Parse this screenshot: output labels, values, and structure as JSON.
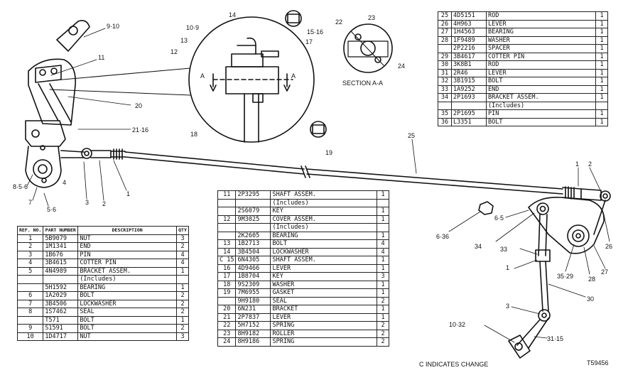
{
  "table_left": {
    "headers": [
      "REF. NO.",
      "PART NUMBER",
      "DESCRIPTION",
      "QTY"
    ],
    "rows": [
      {
        "ref": "1",
        "part": "5B9079",
        "desc": "NUT",
        "qty": "3"
      },
      {
        "ref": "2",
        "part": "1M1341",
        "desc": "END",
        "qty": "2"
      },
      {
        "ref": "3",
        "part": "1B676",
        "desc": "PIN",
        "qty": "4"
      },
      {
        "ref": "4",
        "part": "3B4615",
        "desc": "COTTER PIN",
        "qty": "4"
      },
      {
        "ref": "5",
        "part": "4N4989",
        "desc": "BRACKET ASSEM.",
        "qty": "1"
      },
      {
        "ref": "",
        "part": "",
        "desc": "(Includes)",
        "qty": ""
      },
      {
        "ref": "",
        "part": "5H1592",
        "desc": "BEARING",
        "qty": "1"
      },
      {
        "ref": "6",
        "part": "1A2029",
        "desc": "BOLT",
        "qty": "2"
      },
      {
        "ref": "7",
        "part": "3B4506",
        "desc": "LOCKWASHER",
        "qty": "2"
      },
      {
        "ref": "8",
        "part": "1S7462",
        "desc": "SEAL",
        "qty": "2"
      },
      {
        "ref": "",
        "part": "T571",
        "desc": "BOLT",
        "qty": "1"
      },
      {
        "ref": "9",
        "part": "S1591",
        "desc": "BOLT",
        "qty": "2"
      },
      {
        "ref": "10",
        "part": "1D4717",
        "desc": "NUT",
        "qty": "3"
      }
    ]
  },
  "table_mid": {
    "rows": [
      {
        "ref": "11",
        "part": "2P3295",
        "desc": "SHAFT ASSEM.",
        "qty": "1"
      },
      {
        "ref": "",
        "part": "",
        "desc": "(Includes)",
        "qty": ""
      },
      {
        "ref": "",
        "part": "2S6079",
        "desc": "KEY",
        "qty": "1"
      },
      {
        "ref": "12",
        "part": "9M3025",
        "desc": "COVER ASSEM.",
        "qty": "1"
      },
      {
        "ref": "",
        "part": "",
        "desc": "(Includes)",
        "qty": ""
      },
      {
        "ref": "",
        "part": "2K2605",
        "desc": "BEARING",
        "qty": "1"
      },
      {
        "ref": "13",
        "part": "1B2713",
        "desc": "BOLT",
        "qty": "4"
      },
      {
        "ref": "14",
        "part": "3B4504",
        "desc": "LOCKWASHER",
        "qty": "4"
      },
      {
        "ref": "C 15",
        "part": "6N4305",
        "desc": "SHAFT ASSEM.",
        "qty": "1"
      },
      {
        "ref": "16",
        "part": "4D9466",
        "desc": "LEVER",
        "qty": "1"
      },
      {
        "ref": "17",
        "part": "1B8704",
        "desc": "KEY",
        "qty": "3"
      },
      {
        "ref": "18",
        "part": "9S2309",
        "desc": "WASHER",
        "qty": "1"
      },
      {
        "ref": "19",
        "part": "7M6955",
        "desc": "GASKET",
        "qty": "1"
      },
      {
        "ref": "",
        "part": "9H9180",
        "desc": "SEAL",
        "qty": "2"
      },
      {
        "ref": "20",
        "part": "6N231",
        "desc": "BRACKET",
        "qty": "1"
      },
      {
        "ref": "21",
        "part": "2P7837",
        "desc": "LEVER",
        "qty": "1"
      },
      {
        "ref": "22",
        "part": "5H7152",
        "desc": "SPRING",
        "qty": "2"
      },
      {
        "ref": "23",
        "part": "8H9182",
        "desc": "ROLLER",
        "qty": "2"
      },
      {
        "ref": "24",
        "part": "8H9186",
        "desc": "SPRING",
        "qty": "2"
      }
    ]
  },
  "table_right": {
    "rows": [
      {
        "ref": "25",
        "part": "4D5151",
        "desc": "ROD",
        "qty": "1"
      },
      {
        "ref": "26",
        "part": "4H963",
        "desc": "LEVER",
        "qty": "1"
      },
      {
        "ref": "27",
        "part": "1H4563",
        "desc": "BEARING",
        "qty": "1"
      },
      {
        "ref": "28",
        "part": "1F9489",
        "desc": "WASHER",
        "qty": "1"
      },
      {
        "ref": "",
        "part": "2P2216",
        "desc": "SPACER",
        "qty": "1"
      },
      {
        "ref": "29",
        "part": "3B4617",
        "desc": "COTTER PIN",
        "qty": "1"
      },
      {
        "ref": "30",
        "part": "3K8B1",
        "desc": "ROD",
        "qty": "1"
      },
      {
        "ref": "31",
        "part": "2R46",
        "desc": "LEVER",
        "qty": "1"
      },
      {
        "ref": "32",
        "part": "3B1915",
        "desc": "BOLT",
        "qty": "1"
      },
      {
        "ref": "33",
        "part": "1A9252",
        "desc": "END",
        "qty": "1"
      },
      {
        "ref": "34",
        "part": "2P1693",
        "desc": "BRACKET ASSEM.",
        "qty": "1"
      },
      {
        "ref": "",
        "part": "",
        "desc": "(Includes)",
        "qty": ""
      },
      {
        "ref": "35",
        "part": "2P1695",
        "desc": "PIN",
        "qty": "1"
      },
      {
        "ref": "36",
        "part": "L3351",
        "desc": "BOLT",
        "qty": "1"
      }
    ]
  },
  "callouts": [
    {
      "text": "9·10"
    },
    {
      "text": "11"
    },
    {
      "text": "20"
    },
    {
      "text": "21·16"
    },
    {
      "text": "8·5·6"
    },
    {
      "text": "4"
    },
    {
      "text": "7"
    },
    {
      "text": "5·6"
    },
    {
      "text": "3"
    },
    {
      "text": "2"
    },
    {
      "text": "1"
    },
    {
      "text": "14"
    },
    {
      "text": "10·9"
    },
    {
      "text": "13"
    },
    {
      "text": "12"
    },
    {
      "text": "15·16"
    },
    {
      "text": "17"
    },
    {
      "text": "18"
    },
    {
      "text": "19"
    },
    {
      "text": "A"
    },
    {
      "text": "A"
    },
    {
      "text": "22"
    },
    {
      "text": "23"
    },
    {
      "text": "24"
    },
    {
      "text": "SECTION A-A"
    },
    {
      "text": "25"
    },
    {
      "text": "1"
    },
    {
      "text": "2"
    },
    {
      "text": "6·5"
    },
    {
      "text": "6·36"
    },
    {
      "text": "34"
    },
    {
      "text": "33"
    },
    {
      "text": "1"
    },
    {
      "text": "26"
    },
    {
      "text": "35·29"
    },
    {
      "text": "28"
    },
    {
      "text": "27"
    },
    {
      "text": "30"
    },
    {
      "text": "3"
    },
    {
      "text": "10·32"
    },
    {
      "text": "31·15"
    }
  ],
  "footer": {
    "change_note": "C INDICATES CHANGE",
    "drawing_no": "T59456"
  }
}
